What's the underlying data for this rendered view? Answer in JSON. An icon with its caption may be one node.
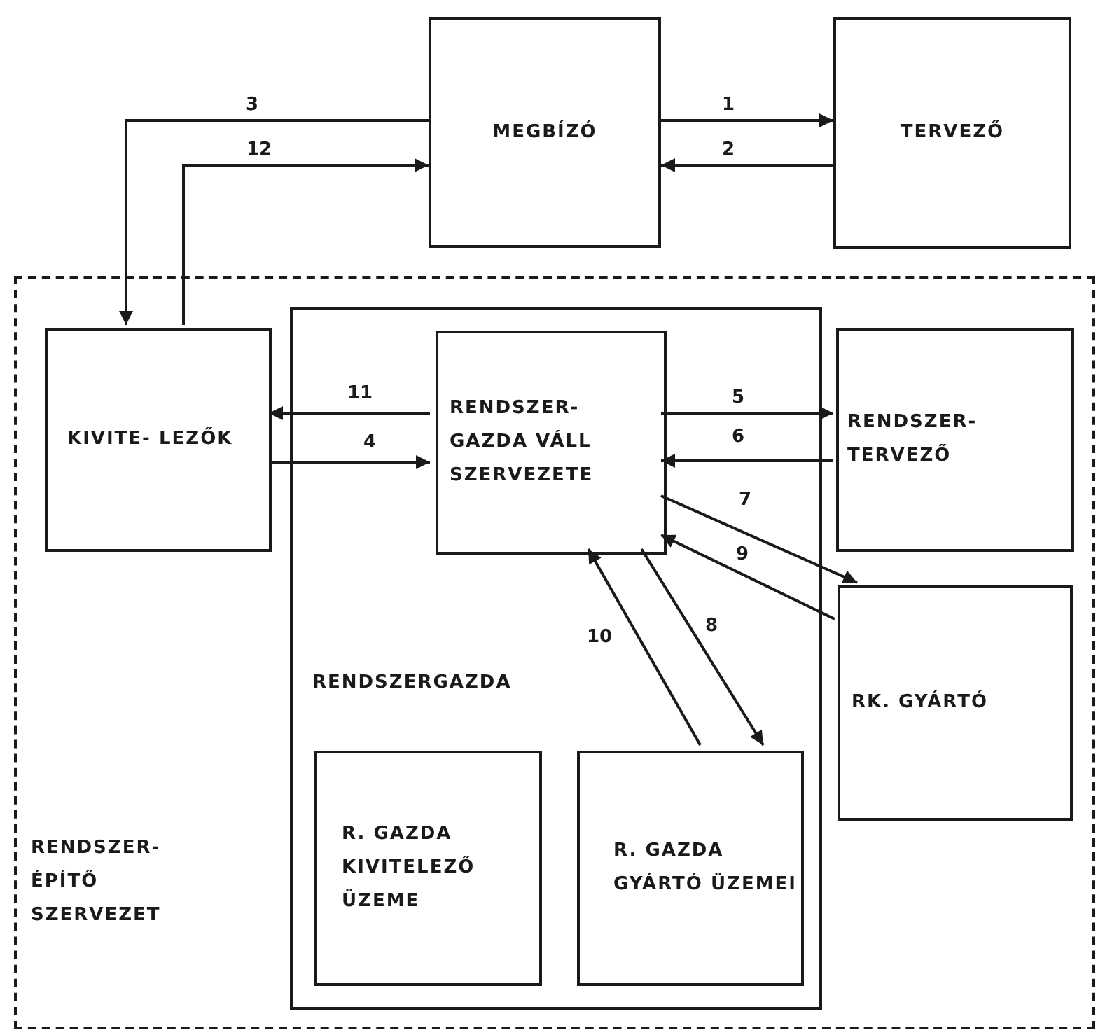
{
  "diagram": {
    "nodes": [
      {
        "text": [
          "MEGBÍZÓ"
        ]
      },
      {
        "text": [
          "TERVEZŐ"
        ]
      },
      {
        "text": [
          "RENDSZER- ÉPÍTŐ SZERVEZET"
        ]
      },
      {
        "text": [
          "KIVITE- LEZŐK"
        ],
        "in": 2
      },
      {
        "text": [
          "RENDSZERGAZDA"
        ],
        "in": 2
      },
      {
        "text": [
          "RENDSZER- GAZDA VÁLL SZERVEZETE"
        ],
        "in": 4
      },
      {
        "text": [
          "RENDSZER- TERVEZŐ"
        ],
        "in": 2
      },
      {
        "text": [
          "RK. GYÁRTÓ"
        ],
        "in": 2
      },
      {
        "text": [
          "R. GAZDA KIVITELEZŐ ÜZEME"
        ],
        "in": 4
      },
      {
        "text": [
          "R. GAZDA GYÁRTÓ ÜZEMEI"
        ],
        "in": 4
      }
    ],
    "edges": [
      {
        "from": 0,
        "to": 1,
        "arrow": "to",
        "label": "1"
      },
      {
        "from": 1,
        "to": 0,
        "arrow": "to",
        "label": "2"
      },
      {
        "from": 0,
        "to": 3,
        "arrow": "to",
        "label": "3"
      },
      {
        "from": 3,
        "to": 5,
        "arrow": "to",
        "label": "4"
      },
      {
        "from": 5,
        "to": 6,
        "arrow": "to",
        "label": "5"
      },
      {
        "from": 6,
        "to": 5,
        "arrow": "to",
        "label": "6"
      },
      {
        "from": 5,
        "to": 7,
        "arrow": "to",
        "label": "7"
      },
      {
        "from": 5,
        "to": 9,
        "arrow": "to",
        "label": "8"
      },
      {
        "from": 7,
        "to": 5,
        "arrow": "to",
        "label": "9"
      },
      {
        "from": 9,
        "to": 5,
        "arrow": "to",
        "label": "10"
      },
      {
        "from": 5,
        "to": 3,
        "arrow": "to",
        "label": "11"
      },
      {
        "from": 3,
        "to": 0,
        "arrow": "to",
        "label": "12"
      }
    ]
  }
}
